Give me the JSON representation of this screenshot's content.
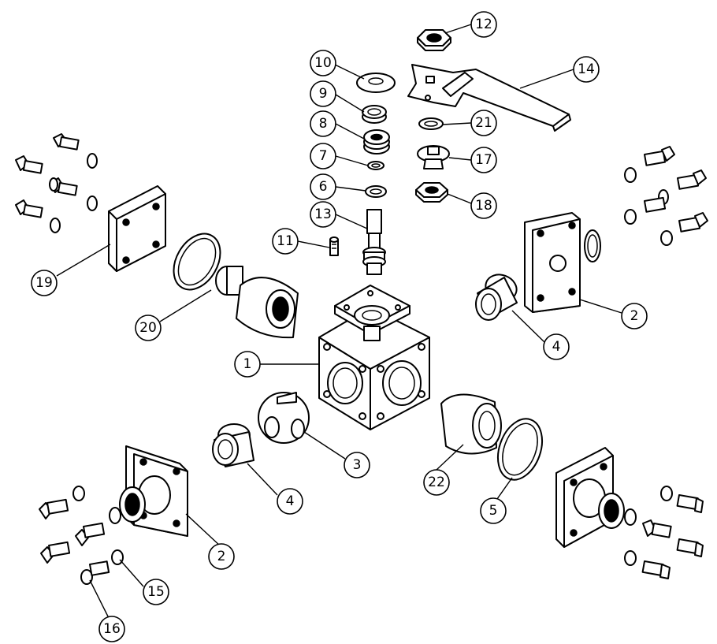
{
  "diagram": {
    "balloons": [
      {
        "id": "b1",
        "label": "1"
      },
      {
        "id": "b2a",
        "label": "2"
      },
      {
        "id": "b2b",
        "label": "2"
      },
      {
        "id": "b3",
        "label": "3"
      },
      {
        "id": "b4a",
        "label": "4"
      },
      {
        "id": "b4b",
        "label": "4"
      },
      {
        "id": "b5",
        "label": "5"
      },
      {
        "id": "b6",
        "label": "6"
      },
      {
        "id": "b7",
        "label": "7"
      },
      {
        "id": "b8",
        "label": "8"
      },
      {
        "id": "b9",
        "label": "9"
      },
      {
        "id": "b10",
        "label": "10"
      },
      {
        "id": "b11",
        "label": "11"
      },
      {
        "id": "b12",
        "label": "12"
      },
      {
        "id": "b13",
        "label": "13"
      },
      {
        "id": "b14",
        "label": "14"
      },
      {
        "id": "b15",
        "label": "15"
      },
      {
        "id": "b16",
        "label": "16"
      },
      {
        "id": "b17",
        "label": "17"
      },
      {
        "id": "b18",
        "label": "18"
      },
      {
        "id": "b19",
        "label": "19"
      },
      {
        "id": "b20",
        "label": "20"
      },
      {
        "id": "b21",
        "label": "21"
      },
      {
        "id": "b22",
        "label": "22"
      }
    ]
  }
}
